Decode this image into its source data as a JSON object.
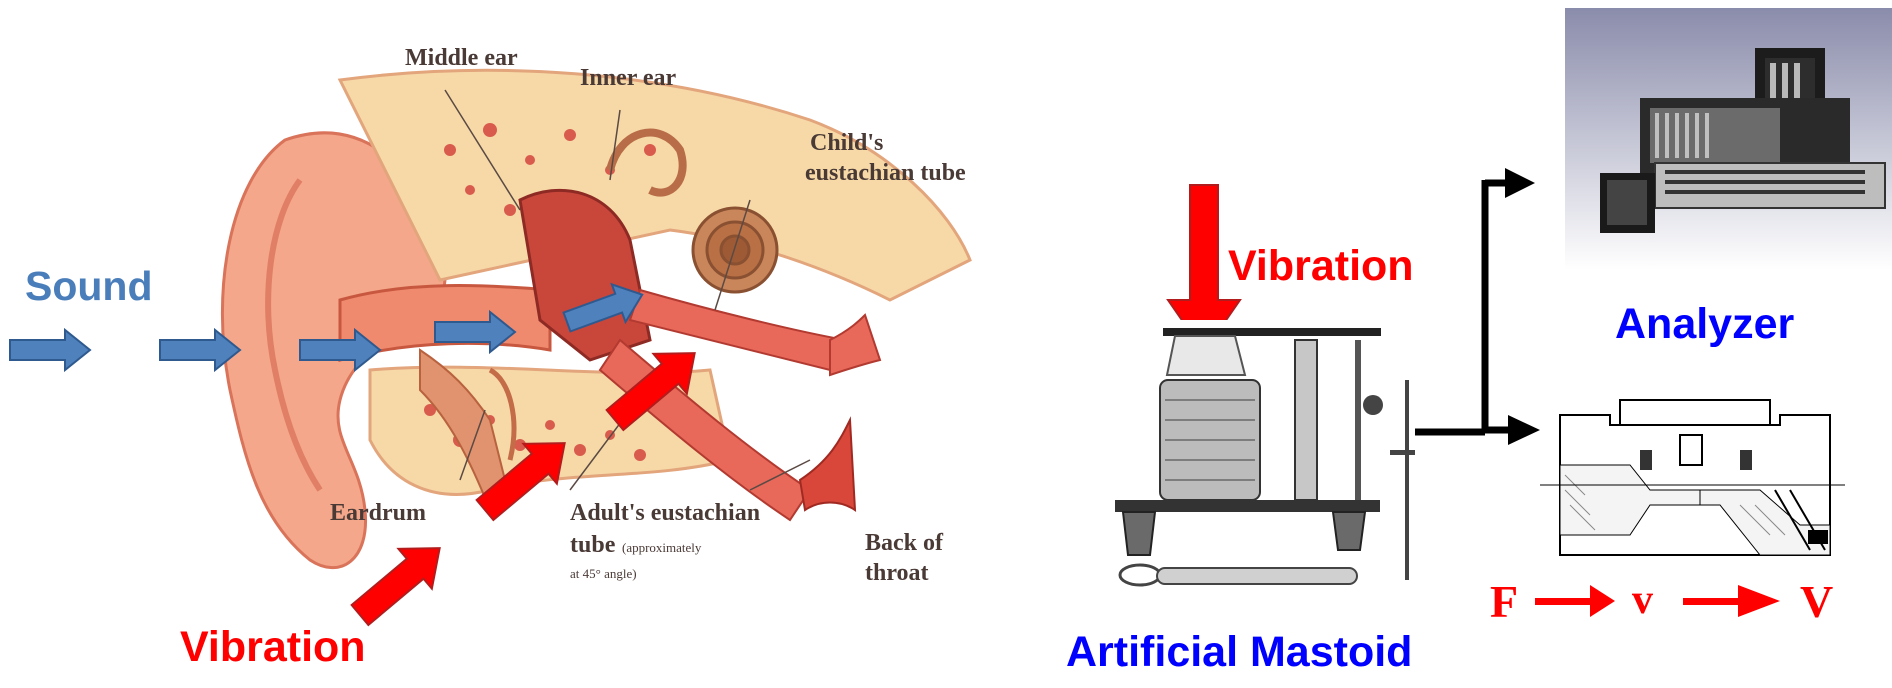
{
  "ear_diagram": {
    "labels": {
      "middle_ear": "Middle ear",
      "inner_ear": "Inner ear",
      "childs_tube_1": "Child's",
      "childs_tube_2": "eustachian tube",
      "eardrum": "Eardrum",
      "adult_tube_1": "Adult's eustachian",
      "adult_tube_2": "tube",
      "adult_tube_note": "(approximately",
      "adult_tube_angle": "at 45° angle)",
      "back_of_throat_1": "Back of",
      "back_of_throat_2": "throat"
    }
  },
  "annotations": {
    "sound": "Sound",
    "vibration_left": "Vibration",
    "vibration_right": "Vibration",
    "artificial_mastoid": "Artificial Mastoid",
    "analyzer": "Analyzer",
    "F": "F",
    "v": "v",
    "V": "V"
  },
  "colors": {
    "sound_blue": "#4f81bd",
    "sound_text": "#4a7ebb",
    "vibration_red": "#ff0000",
    "mastoid_text": "#0000ff",
    "analyzer_text": "#0000ff",
    "fvv_text": "#ff0000"
  }
}
